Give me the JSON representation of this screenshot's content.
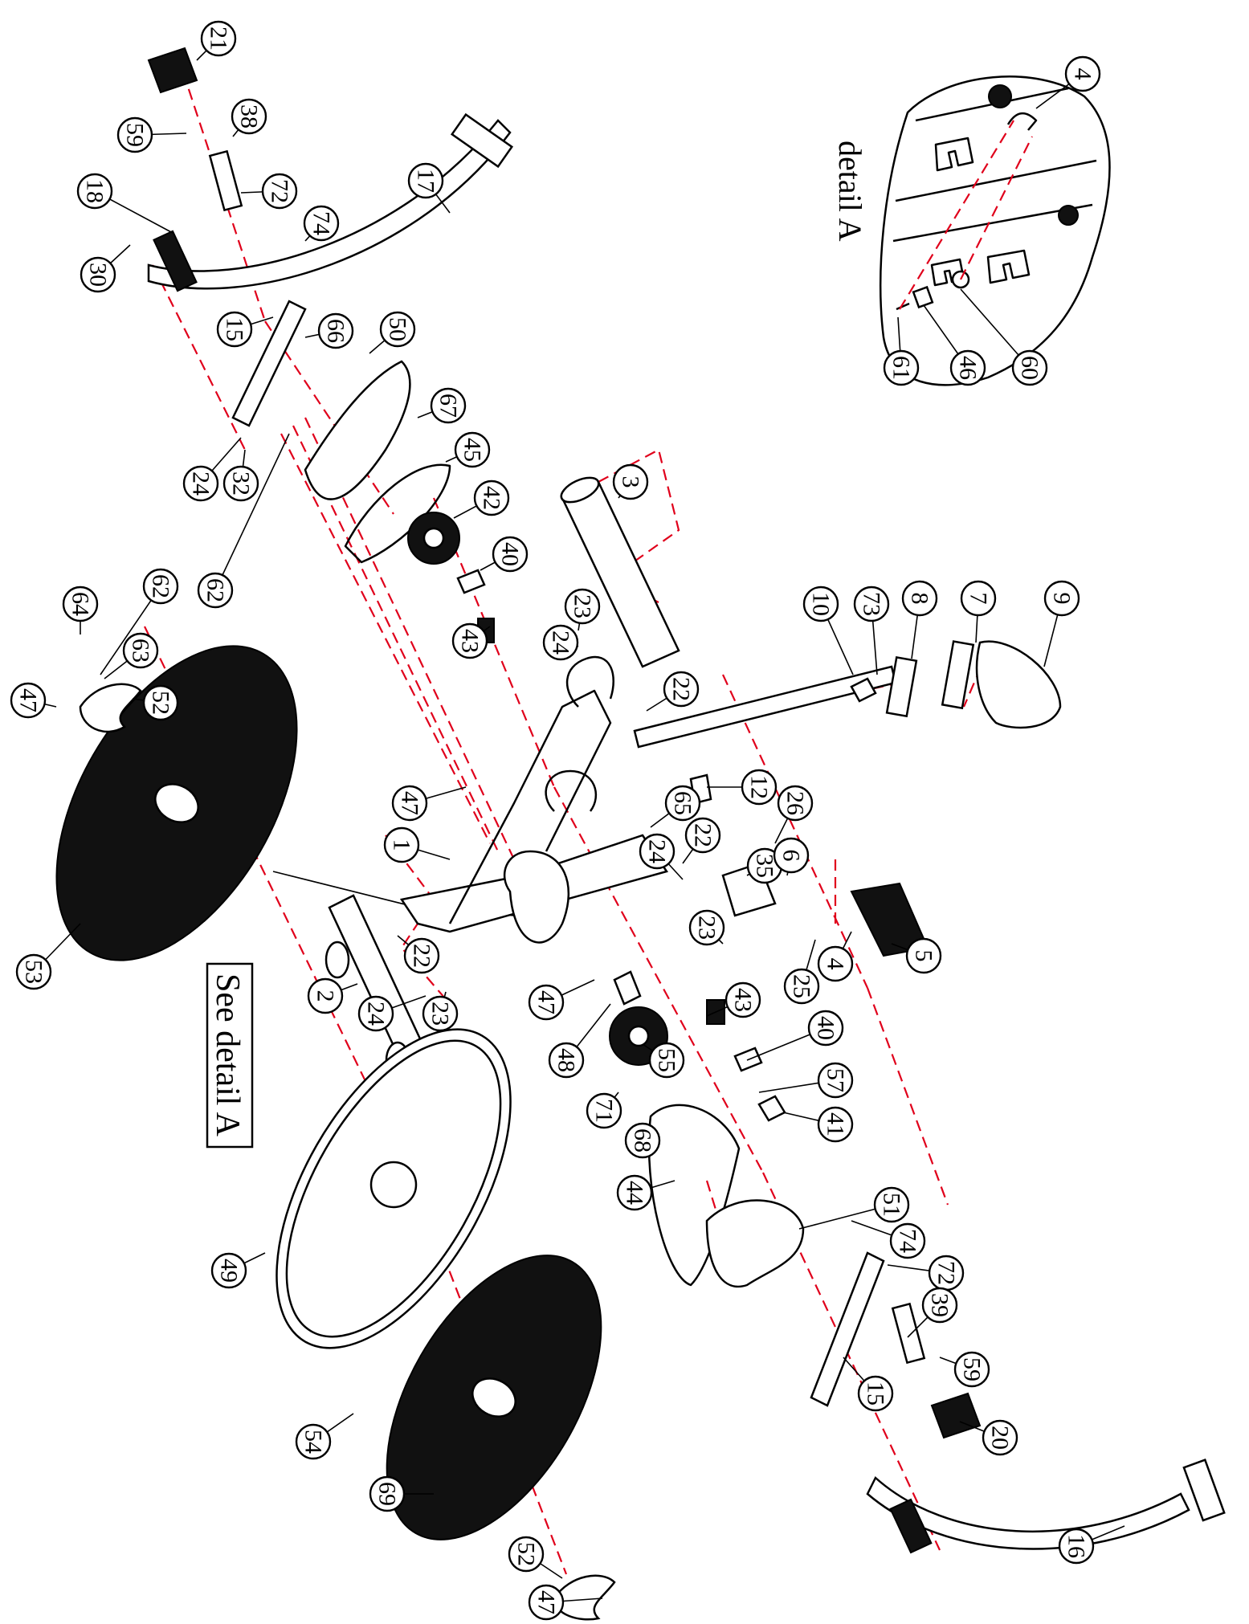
{
  "detail_label": "detail A",
  "see_detail_label": "See detail A",
  "callouts": {
    "c21": "21",
    "c59a": "59",
    "c38": "38",
    "c18": "18",
    "c72a": "72",
    "c17": "17",
    "c30": "30",
    "c74a": "74",
    "c66": "66",
    "c50": "50",
    "c15a": "15",
    "c67": "67",
    "c45": "45",
    "c24a": "24",
    "c32": "32",
    "c42": "42",
    "c62a": "62",
    "c40a": "40",
    "c3": "3",
    "c43a": "43",
    "c23a": "23",
    "c24b": "24",
    "c64": "64",
    "c62b": "62",
    "c63": "63",
    "c47a": "47",
    "c52a": "52",
    "c22a": "22",
    "c10": "10",
    "c73": "73",
    "c8": "8",
    "c7": "7",
    "c9": "9",
    "c12": "12",
    "c47b": "47",
    "c65": "65",
    "c26": "26",
    "c22b": "22",
    "c35": "35",
    "c1": "1",
    "c24c": "24",
    "c6": "6",
    "c53": "53",
    "c22c": "22",
    "c23b": "23",
    "c5": "5",
    "c4a": "4",
    "c25": "25",
    "c2": "2",
    "c24d": "24",
    "c23c": "23",
    "c47c": "47",
    "c43b": "43",
    "c48": "48",
    "c55": "55",
    "c40b": "40",
    "c57": "57",
    "c71": "71",
    "c41": "41",
    "c68": "68",
    "c44": "44",
    "c51": "51",
    "c49": "49",
    "c74b": "74",
    "c72b": "72",
    "c39": "39",
    "c59b": "59",
    "c15b": "15",
    "c54": "54",
    "c20": "20",
    "c69": "69",
    "c16": "16",
    "c52b": "52",
    "c47d": "47",
    "c4b": "4",
    "c61": "61",
    "c46": "46",
    "c60": "60"
  },
  "colors": {
    "assembly_line": "#e0001b",
    "ink": "#000000",
    "paper": "#ffffff"
  }
}
